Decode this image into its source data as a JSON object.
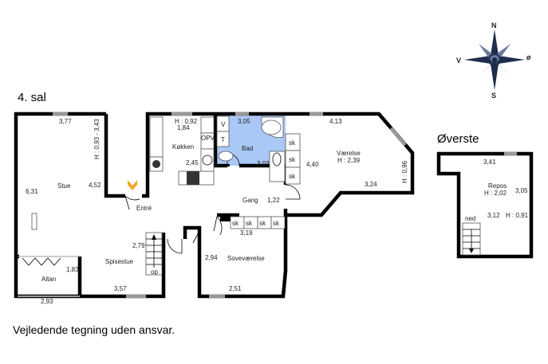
{
  "floor_title": "4. sal",
  "upper_title": "Øverste",
  "disclaimer": "Vejledende tegning uden ansvar.",
  "colors": {
    "bath": "#a9c8f5",
    "entry_marker": "#f5a623",
    "wall": "#000000"
  },
  "compass": {
    "n": "N",
    "s": "S",
    "w": "V",
    "e": "ø"
  },
  "rooms": {
    "stue": {
      "name": "Stue",
      "dims": [
        "3,77",
        "6,31",
        "4,52"
      ],
      "height": "H : 0,93 - 3,43"
    },
    "kokken": {
      "name": "Køkken",
      "height": "H : 0,92",
      "dims": [
        "1,84",
        "2,45"
      ],
      "opv": "OPV"
    },
    "bad": {
      "name": "Bad",
      "dims": [
        "3,05",
        "3,03"
      ],
      "v": "V",
      "t": "T"
    },
    "vaerelse": {
      "name": "Værelse",
      "height": "H : 2,39",
      "dims": [
        "4,13",
        "4,40",
        "3,24"
      ],
      "height2": "H : 0,96"
    },
    "entre": {
      "name": "Entré"
    },
    "gang": {
      "name": "Gang",
      "dims": [
        "1,22"
      ]
    },
    "spisestue": {
      "name": "Spisestue",
      "dims": [
        "2,79",
        "3,57"
      ],
      "stair": "op"
    },
    "altan": {
      "name": "Altan",
      "dims": [
        "1,83",
        "2,93"
      ]
    },
    "sovevaerelse": {
      "name": "Soveværelse",
      "dims": [
        "3,19",
        "2,94",
        "2,51"
      ]
    },
    "closet": "sk",
    "repos": {
      "name": "Repos",
      "height": "H : 2,02",
      "dims": [
        "3,41",
        "3,05",
        "3,12"
      ],
      "height2": "H : 0,91",
      "stair": "ned"
    }
  }
}
